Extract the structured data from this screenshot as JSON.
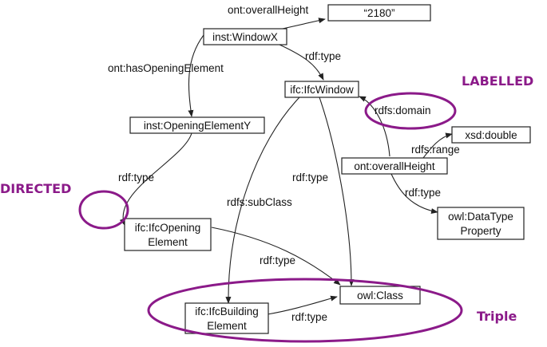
{
  "colors": {
    "accent": "#8b1a89",
    "line": "#222222"
  },
  "nodes": {
    "value_2180": "“2180”",
    "window_x": "inst:WindowX",
    "ifc_window": "ifc:IfcWindow",
    "opening_element_y": "inst:OpeningElementY",
    "xsd_double": "xsd:double",
    "overall_height": "ont:overallHeight",
    "ifc_opening_element": [
      "ifc:IfcOpening",
      "Element"
    ],
    "owl_datatype_property": [
      "owl:DataType",
      "Property"
    ],
    "owl_class": "owl:Class",
    "ifc_building_element": [
      "ifc:IfcBuilding",
      "Element"
    ]
  },
  "edges": {
    "overall_height": "ont:overallHeight",
    "has_opening_element": "ont:hasOpeningElement",
    "rdf_type_window": "rdf:type",
    "rdfs_domain": "rdfs:domain",
    "rdfs_range": "rdfs:range",
    "rdf_type_opening": "rdf:type",
    "rdf_type_window_class": "rdf:type",
    "rdfs_subclass": "rdfs:subClass",
    "rdf_type_property": "rdf:type",
    "rdf_type_opening_class": "rdf:type",
    "rdf_type_building": "rdf:type"
  },
  "callouts": {
    "labelled": "LABELLED",
    "directed": "DIRECTED",
    "triple": "Triple"
  }
}
